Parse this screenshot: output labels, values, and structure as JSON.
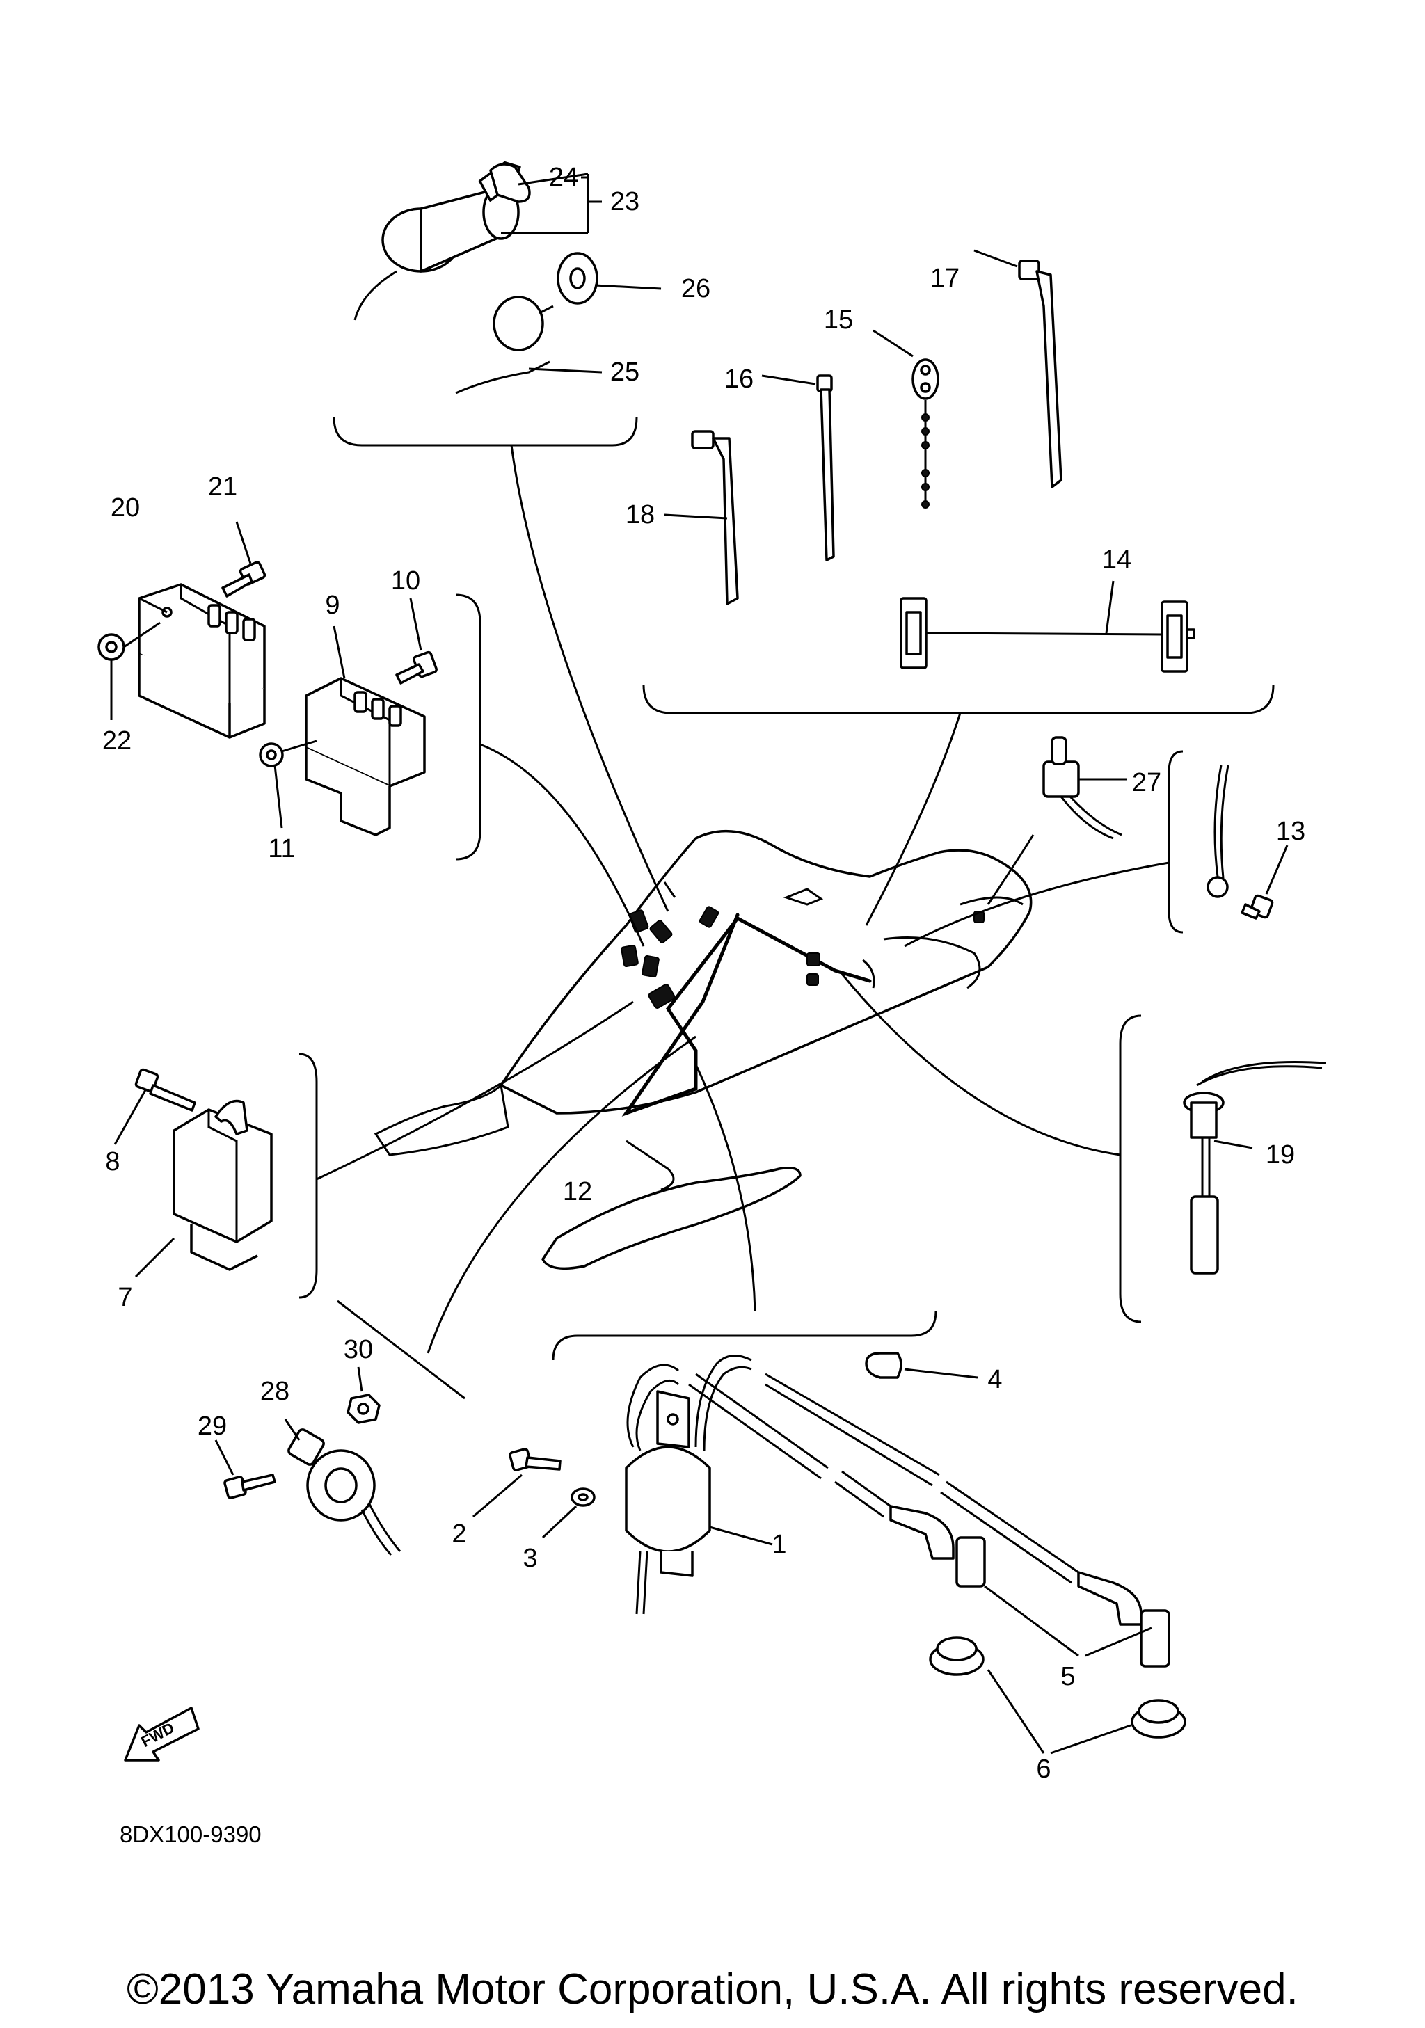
{
  "labels": {
    "p1": "1",
    "p2": "2",
    "p3": "3",
    "p4": "4",
    "p5": "5",
    "p6": "6",
    "p7": "7",
    "p8": "8",
    "p9": "9",
    "p10": "10",
    "p11": "11",
    "p12": "12",
    "p13": "13",
    "p14": "14",
    "p15": "15",
    "p16": "16",
    "p17": "17",
    "p18": "18",
    "p19": "19",
    "p20": "20",
    "p21": "21",
    "p22": "22",
    "p23": "23",
    "p24": "24",
    "p25": "25",
    "p26": "26",
    "p27": "27",
    "p28": "28",
    "p29": "29",
    "p30": "30"
  },
  "fwd_label": "FWD",
  "diagram_code": "8DX100-9390",
  "copyright": "©2013 Yamaha Motor Corporation, U.S.A. All rights reserved."
}
